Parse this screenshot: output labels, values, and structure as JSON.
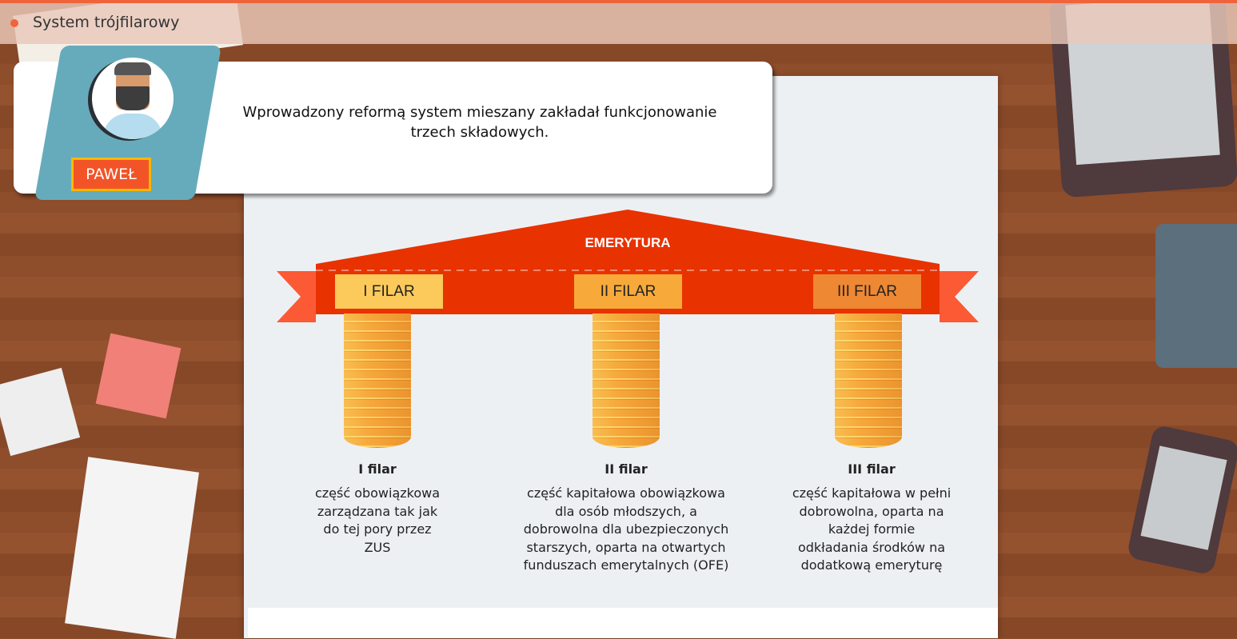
{
  "header": {
    "title": "System trójfilarowy"
  },
  "dialog": {
    "speaker": "PAWEŁ",
    "message": "Wprowadzony reformą system mieszany zakładał funkcjonowanie trzech składowych."
  },
  "diagram": {
    "roof_label": "EMERYTURA",
    "colors": {
      "roof": "#e83200",
      "pillar1": "#fbca5a",
      "pillar2": "#f7a93a",
      "pillar3": "#ee8833"
    },
    "pillars": [
      {
        "badge": "I FILAR",
        "title": "I filar",
        "desc": "część obowiązkowa zarządzana tak jak do tej pory przez ZUS"
      },
      {
        "badge": "II FILAR",
        "title": "II filar",
        "desc": "część kapitałowa obowiązkowa dla osób młodszych, a dobrowolna dla ubezpieczonych starszych, oparta na otwartych funduszach emerytalnych (OFE)"
      },
      {
        "badge": "III FILAR",
        "title": "III filar",
        "desc": "część kapitałowa w pełni dobrowolna, oparta na każdej formie odkładania środków na dodatkową emeryturę"
      }
    ]
  }
}
